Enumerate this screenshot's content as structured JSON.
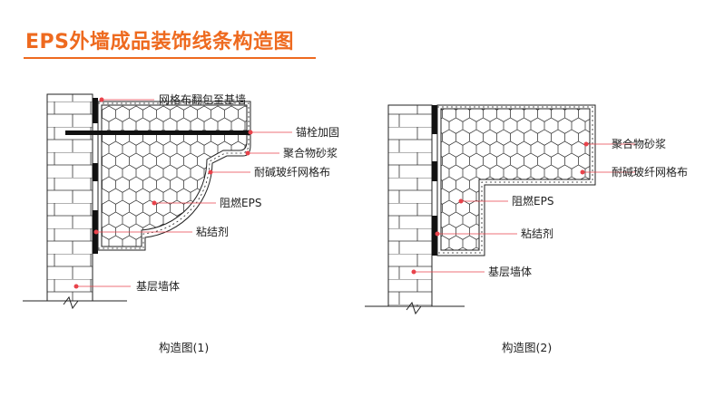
{
  "title": "EPS外墙成品装饰线条构造图",
  "colors": {
    "accent": "#ee6a1f",
    "leader": "#e8434b",
    "line": "#222222"
  },
  "diagram1": {
    "caption": "构造图(1)",
    "labels": {
      "mesh_wrap": "网格布翻包至基墙",
      "anchor": "锚栓加固",
      "mortar": "聚合物砂浆",
      "mesh": "耐碱玻纤网格布",
      "eps": "阻燃EPS",
      "adhesive": "粘结剂",
      "base_wall": "基层墙体"
    }
  },
  "diagram2": {
    "caption": "构造图(2)",
    "labels": {
      "mortar": "聚合物砂浆",
      "mesh": "耐碱玻纤网格布",
      "eps": "阻燃EPS",
      "adhesive": "粘结剂",
      "base_wall": "基层墙体"
    }
  }
}
